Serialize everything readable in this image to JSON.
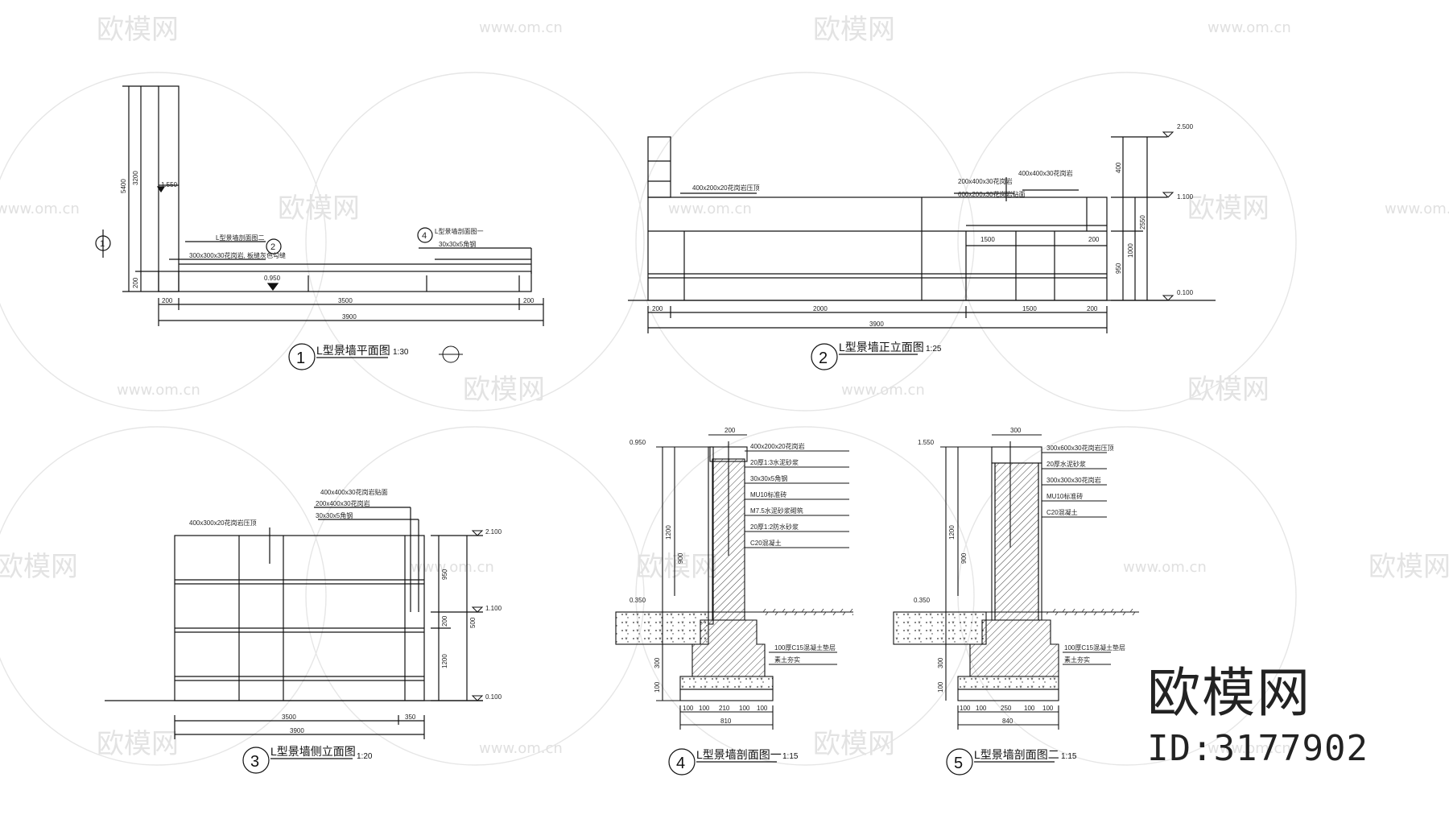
{
  "watermark": {
    "brand_text": "欧模网",
    "url_text": "www.om.cn",
    "id_text": "ID:3177902"
  },
  "drawings": {
    "plan": {
      "title": "L型景墙平面图",
      "scale": "1:30",
      "number": "1",
      "dims_bottom": [
        "200",
        "3500",
        "200"
      ],
      "dim_total": "3900",
      "dims_left": [
        "3200",
        "5400",
        "200"
      ],
      "level_mark": "0.950",
      "level_mark_left": "1.550",
      "notes": [
        "L型景墙剖面图二",
        "L型景墙剖面图一",
        "300x300x30花岗岩, 板缝灰色勾缝",
        "30x30x5角钢"
      ]
    },
    "front": {
      "title": "L型景墙正立面图",
      "scale": "1:25",
      "number": "2",
      "dims_bottom": [
        "200",
        "2000",
        "1500",
        "200"
      ],
      "dim_total": "3900",
      "dims_right": [
        "400",
        "2550",
        "1000",
        "950"
      ],
      "levels": [
        "2.500",
        "1.100",
        "0.100"
      ],
      "notes": [
        "400x200x20花岗岩压顶",
        "200x400x30花岗岩",
        "400x400x30花岗岩",
        "600x200x30花岗岩贴面"
      ],
      "inner_dims": [
        "1500",
        "200"
      ]
    },
    "side": {
      "title": "L型景墙侧立面图",
      "scale": "1:20",
      "number": "3",
      "dims_bottom": [
        "3500",
        "350"
      ],
      "dim_total": "3900",
      "dims_right": [
        "950",
        "200",
        "1200",
        "500"
      ],
      "levels": [
        "2.100",
        "1.100",
        "0.100"
      ],
      "notes": [
        "400x300x20花岗岩压顶",
        "200x400x30花岗岩",
        "30x30x5角钢",
        "400x400x30花岗岩贴面"
      ]
    },
    "section1": {
      "title": "L型景墙剖面图一",
      "scale": "1:15",
      "number": "4",
      "top_dim": "200",
      "level_top": "0.950",
      "level_ground": "0.350",
      "dims_left": [
        "1200",
        "900",
        "300",
        "100"
      ],
      "dims_bottom": [
        "100",
        "100",
        "210",
        "100",
        "100"
      ],
      "dim_total": "810",
      "notes": [
        "400x200x20花岗岩",
        "20厚1:3水泥砂浆",
        "30x30x5角钢",
        "MU10标准砖",
        "M7.5水泥砂浆砌筑",
        "20厚1:2防水砂浆",
        "C20混凝土",
        "100厚C15混凝土垫层",
        "素土夯实"
      ]
    },
    "section2": {
      "title": "L型景墙剖面图二",
      "scale": "1:15",
      "number": "5",
      "top_dim": "300",
      "level_top": "1.550",
      "level_ground": "0.350",
      "dims_left": [
        "1200",
        "900",
        "300",
        "100"
      ],
      "dims_bottom": [
        "100",
        "100",
        "250",
        "100",
        "100"
      ],
      "dim_total": "840",
      "notes": [
        "300x600x30花岗岩压顶",
        "20厚水泥砂浆",
        "300x300x30花岗岩",
        "MU10标准砖",
        "C20混凝土",
        "100厚C15混凝土垫层",
        "素土夯实"
      ]
    }
  }
}
